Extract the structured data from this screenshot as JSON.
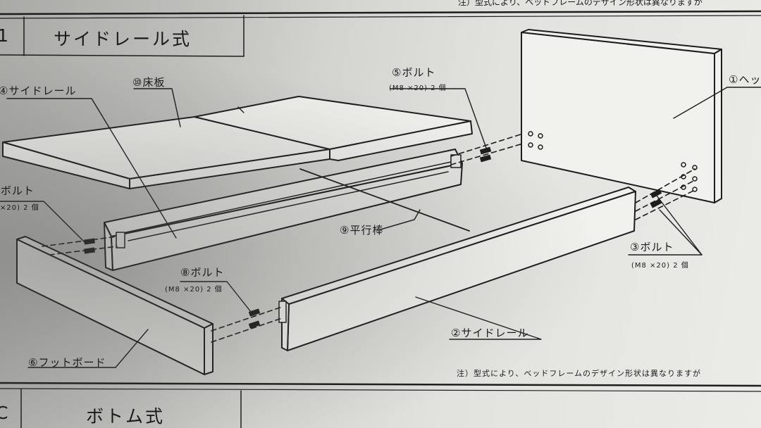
{
  "header": {
    "top_note": "注）型式により、ベッドフレームのデザイン形状は異なりますが",
    "section_code_top": "1",
    "section_title": "サイドレール式",
    "section_code_bottom": "C",
    "bottom_title": "ボトム式"
  },
  "parts": {
    "side_rail_left": "④サイドレール",
    "floor_board": "⑩床板",
    "bolt5": "⑤ボルト",
    "bolt5_spec": "(M8 ×20) 2 個",
    "headboard": "①ヘッ",
    "bolt_left": ")ボルト",
    "bolt_left_spec": "×20) 2 個",
    "parallel_bar": "⑨平行棒",
    "bolt3": "③ボルト",
    "bolt3_spec": "(M8 ×20) 2 個",
    "bolt8": "⑧ボルト",
    "bolt8_spec": "(M8 ×20) 2 個",
    "side_rail_right": "②サイドレール",
    "footboard": "⑥フットボード"
  },
  "footer_note": "注）型式により、ベッドフレームのデザイン形状は異なりますが"
}
